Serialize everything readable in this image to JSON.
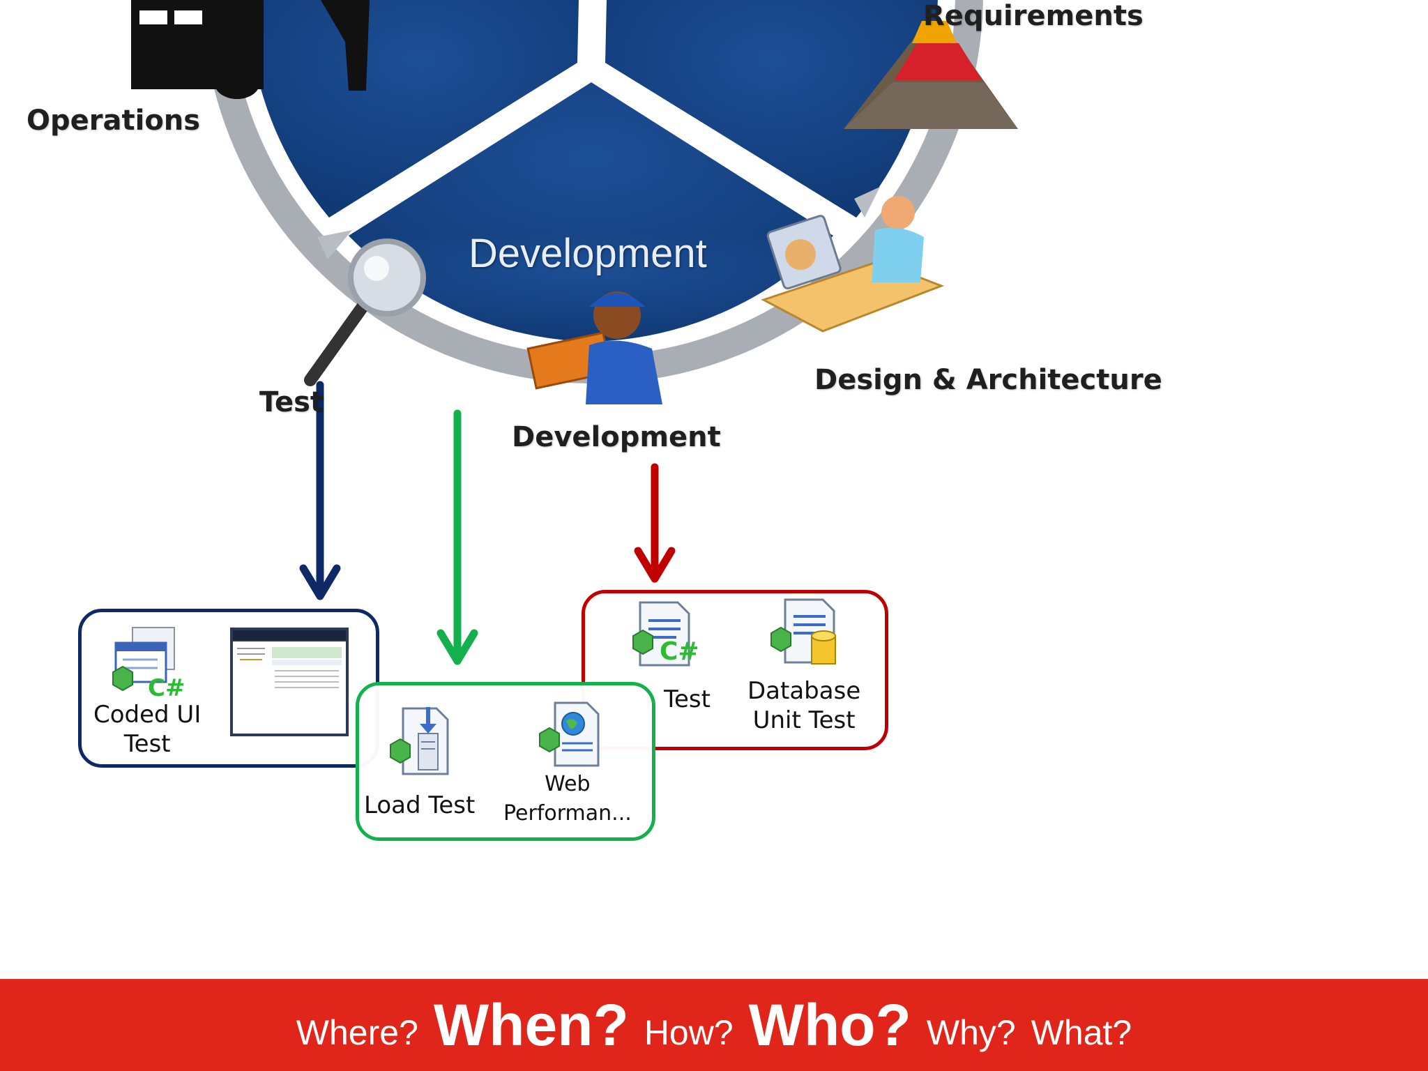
{
  "cycle": {
    "center_title": "Development",
    "phases": {
      "operations": "Operations",
      "requirements": "Requirements",
      "design": "Design & Architecture",
      "development": "Development",
      "test": "Test"
    }
  },
  "arrows": {
    "blue": "#0d2a66",
    "green": "#14b04e",
    "red": "#c00000"
  },
  "groups": {
    "ui": {
      "color": "#0d2a66",
      "items": [
        {
          "label_line1": "Coded UI",
          "label_line2": "Test",
          "icon": "coded-ui-test-icon"
        },
        {
          "icon": "testing-center-screenshot"
        }
      ]
    },
    "load": {
      "color": "#14b04e",
      "items": [
        {
          "label": "Load Test",
          "icon": "load-test-icon"
        },
        {
          "label_line1": "Web",
          "label_line2": "Performan...",
          "icon": "web-performance-test-icon"
        }
      ]
    },
    "unit": {
      "color": "#c00000",
      "items": [
        {
          "label": "Test",
          "icon": "unit-test-icon"
        },
        {
          "label_line1": "Database",
          "label_line2": "Unit Test",
          "icon": "database-unit-test-icon"
        }
      ]
    }
  },
  "footer": {
    "background": "#e0261a",
    "w1": "Where?",
    "w2": "When?",
    "w3": "How?",
    "w4": "Who?",
    "w5": "Why?",
    "w6": "What?"
  }
}
